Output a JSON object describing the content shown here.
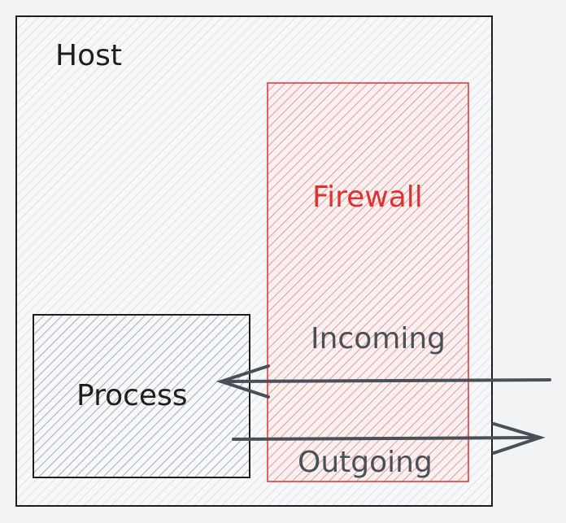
{
  "diagram": {
    "host": {
      "label": "Host"
    },
    "firewall": {
      "label": "Firewall"
    },
    "process": {
      "label": "Process"
    },
    "incoming": {
      "label": "Incoming"
    },
    "outgoing": {
      "label": "Outgoing"
    }
  },
  "colors": {
    "background": "#f2f3f5",
    "stroke": "#1e1e1e",
    "hatch": "#d2d6dc",
    "processHatch": "#9aa1a9",
    "firewall": "#e03131",
    "arrow": "#495057"
  }
}
